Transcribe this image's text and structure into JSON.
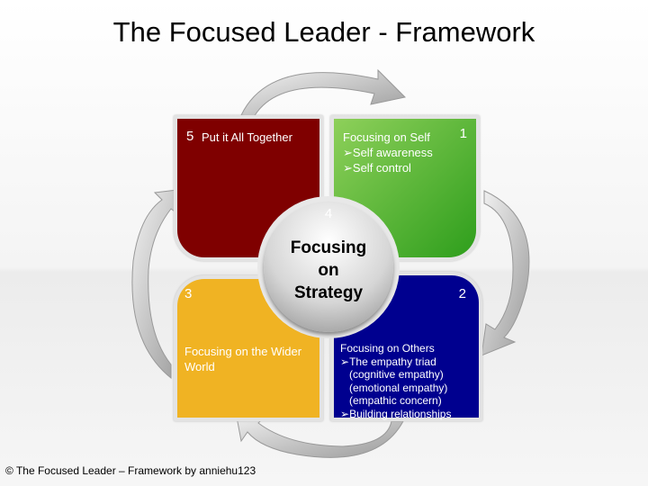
{
  "title": "The Focused Leader - Framework",
  "quadrants": {
    "q5": {
      "number": "5",
      "title": "Put it All Together",
      "color": "#7f0000"
    },
    "q1": {
      "number": "1",
      "title": "Focusing on Self",
      "bullets": [
        "Self awareness",
        "Self control"
      ],
      "color": "#3fae28"
    },
    "q3": {
      "number": "3",
      "title": "Focusing on the Wider World",
      "color": "#f0b323"
    },
    "q2": {
      "number": "2",
      "title": "Focusing on Others",
      "bullets": [
        "The empathy triad",
        "(cognitive empathy)",
        "(emotional empathy)",
        "(empathic concern)",
        "Building relationships"
      ],
      "color": "#00008f"
    }
  },
  "center": {
    "number": "4",
    "line1": "Focusing",
    "line2": "on",
    "line3": "Strategy"
  },
  "footer": "© The Focused Leader – Framework by anniehu123"
}
